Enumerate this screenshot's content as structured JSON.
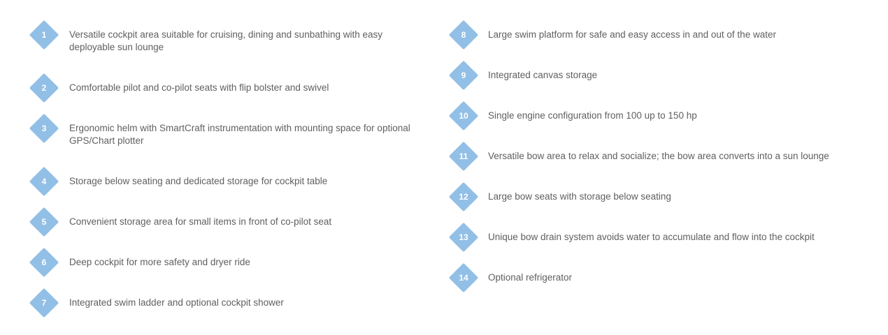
{
  "features": {
    "left": [
      {
        "num": "1",
        "text": "Versatile cockpit area suitable for cruising, dining and sunbathing with easy deployable sun lounge"
      },
      {
        "num": "2",
        "text": "Comfortable pilot and co-pilot seats with flip bolster and swivel"
      },
      {
        "num": "3",
        "text": "Ergonomic helm with SmartCraft instrumentation with mounting space for optional GPS/Chart plotter"
      },
      {
        "num": "4",
        "text": "Storage below seating and dedicated storage for cockpit table"
      },
      {
        "num": "5",
        "text": "Convenient storage area for small items in front of co-pilot seat"
      },
      {
        "num": "6",
        "text": "Deep cockpit for more safety and dryer ride"
      },
      {
        "num": "7",
        "text": "Integrated swim ladder and optional cockpit shower"
      }
    ],
    "right": [
      {
        "num": "8",
        "text": "Large swim platform for safe and easy access in and out of the water"
      },
      {
        "num": "9",
        "text": "Integrated canvas storage"
      },
      {
        "num": "10",
        "text": "Single engine configuration from 100 up to 150 hp"
      },
      {
        "num": "11",
        "text": "Versatile bow area to relax and socialize; the bow area converts into a sun lounge"
      },
      {
        "num": "12",
        "text": "Large bow seats with storage below seating"
      },
      {
        "num": "13",
        "text": "Unique bow drain system avoids water to accumulate and flow into the cockpit"
      },
      {
        "num": "14",
        "text": "Optional refrigerator"
      }
    ]
  },
  "colors": {
    "badge": "#92bfe6",
    "text": "#5f5f5f",
    "badge_text": "#ffffff"
  }
}
